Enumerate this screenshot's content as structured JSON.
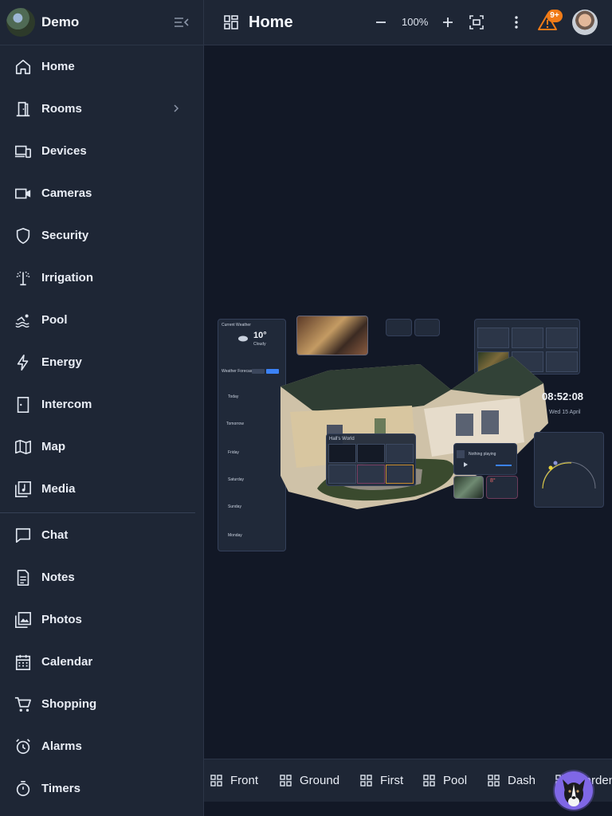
{
  "brand": {
    "name": "Demo"
  },
  "sidebar": {
    "items": [
      {
        "label": "Home",
        "icon": "home-icon"
      },
      {
        "label": "Rooms",
        "icon": "door-icon"
      },
      {
        "label": "Devices",
        "icon": "devices-icon"
      },
      {
        "label": "Cameras",
        "icon": "camera-icon"
      },
      {
        "label": "Security",
        "icon": "shield-icon"
      },
      {
        "label": "Irrigation",
        "icon": "sprinkler-icon"
      },
      {
        "label": "Pool",
        "icon": "swimmer-icon"
      },
      {
        "label": "Energy",
        "icon": "lightning-icon"
      },
      {
        "label": "Intercom",
        "icon": "intercom-icon"
      },
      {
        "label": "Map",
        "icon": "map-icon"
      },
      {
        "label": "Media",
        "icon": "music-library-icon"
      },
      {
        "label": "Chat",
        "icon": "chat-icon"
      },
      {
        "label": "Notes",
        "icon": "notes-icon"
      },
      {
        "label": "Photos",
        "icon": "photos-icon"
      },
      {
        "label": "Calendar",
        "icon": "calendar-icon"
      },
      {
        "label": "Shopping",
        "icon": "cart-icon"
      },
      {
        "label": "Alarms",
        "icon": "alarm-icon"
      },
      {
        "label": "Timers",
        "icon": "timer-icon"
      }
    ]
  },
  "header": {
    "title": "Home",
    "zoom": "100%",
    "alert_badge": "9+"
  },
  "canvas": {
    "clock_time": "08:52:08",
    "clock_date": "Wed 15 April",
    "weather": {
      "title": "Current Weather",
      "temperature": "10°",
      "condition": "Cloudy",
      "forecast_title": "Weather Forecast",
      "days": [
        "Today",
        "Tomorrow",
        "Friday",
        "Saturday",
        "Sunday",
        "Monday"
      ]
    },
    "halls_title": "Hall's World",
    "media_title": "Nothing playing",
    "heat_value": "8°"
  },
  "tabs": [
    {
      "label": "Front"
    },
    {
      "label": "Ground"
    },
    {
      "label": "First"
    },
    {
      "label": "Pool"
    },
    {
      "label": "Dash"
    },
    {
      "label": "Garden"
    }
  ],
  "colors": {
    "background": "#121826",
    "panel": "#1e2635",
    "accent_orange": "#f07b18",
    "avatar_purple": "#7f67e6"
  }
}
